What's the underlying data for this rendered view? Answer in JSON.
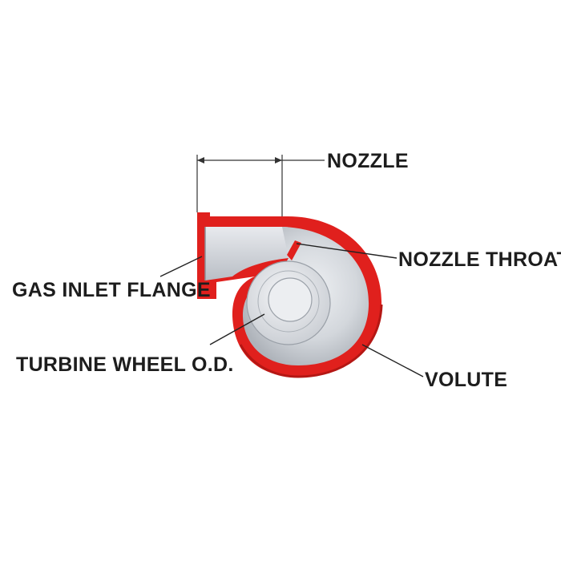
{
  "labels": {
    "nozzle": "NOZZLE",
    "nozzle_throat": "NOZZLE THROAT",
    "gas_inlet_flange": "GAS INLET FLANGE",
    "turbine_wheel_od": "TURBINE WHEEL O.D.",
    "volute": "VOLUTE"
  },
  "colors": {
    "housing_red": "#e0201d",
    "housing_shadow": "#b51714",
    "interior_gray": "#cfd3d8",
    "wheel_gray": "#e4e6ea",
    "text": "#1d1d1d",
    "background": "#ffffff"
  }
}
